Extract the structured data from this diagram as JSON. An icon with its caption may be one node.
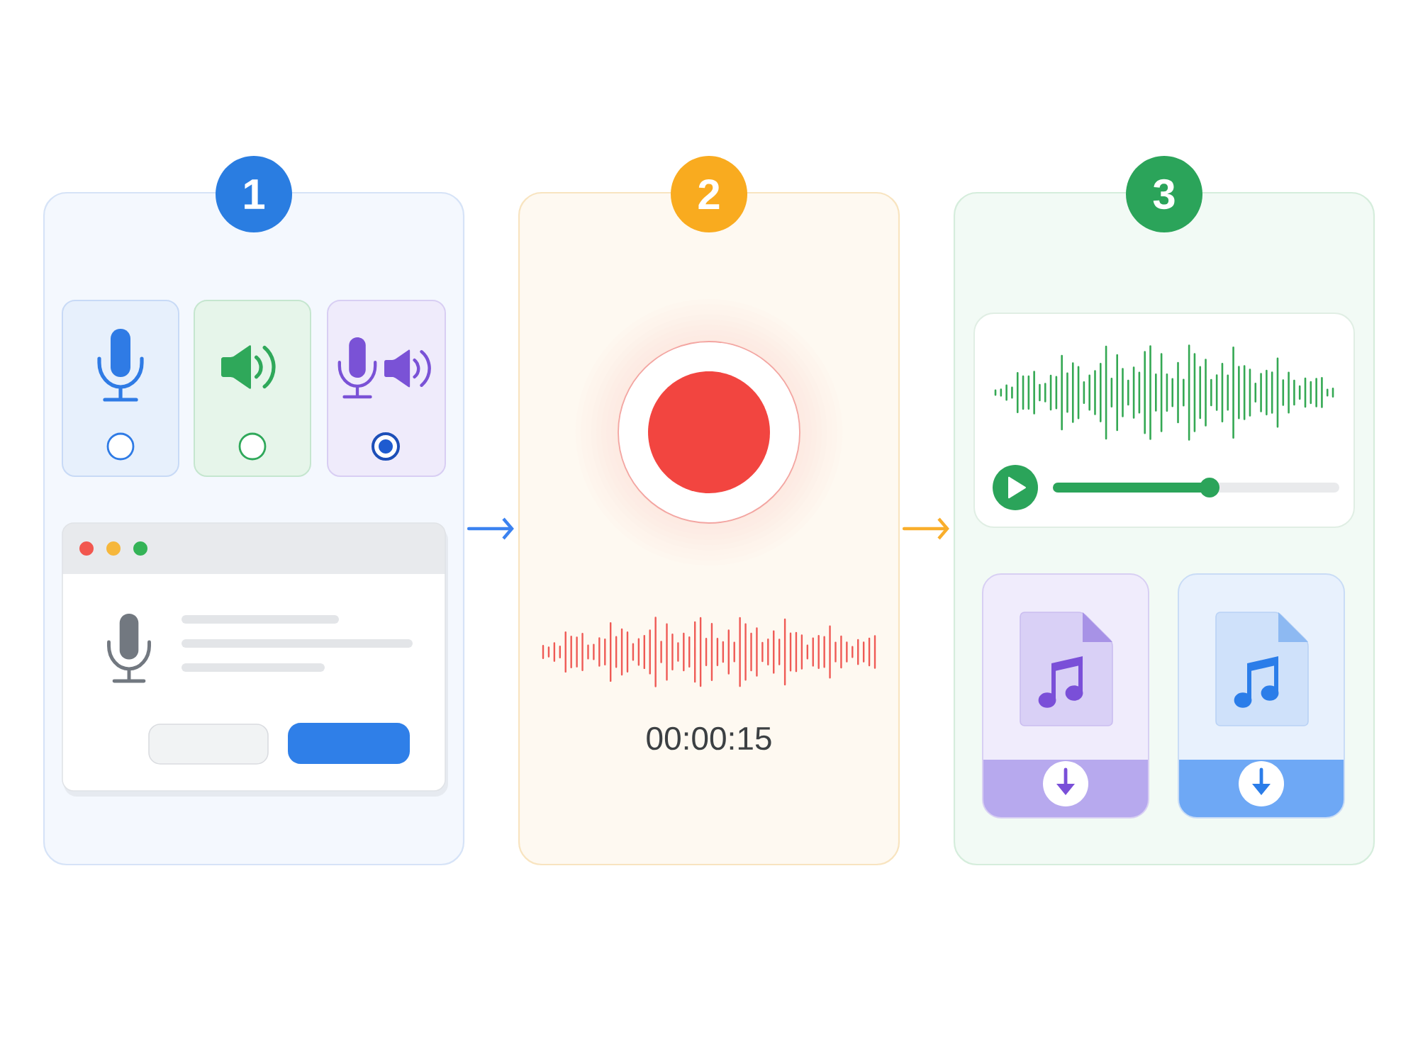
{
  "diagram": {
    "nodes": [
      {
        "text": [
          "1"
        ]
      },
      {
        "text": [
          "2",
          "00:00:15"
        ]
      },
      {
        "text": [
          "3"
        ]
      }
    ],
    "edges": [
      {
        "from": 0,
        "to": 1,
        "arrow": "to",
        "color": "#3B82F0"
      },
      {
        "from": 1,
        "to": 2,
        "arrow": "to",
        "color": "#F9AE2B"
      }
    ]
  }
}
